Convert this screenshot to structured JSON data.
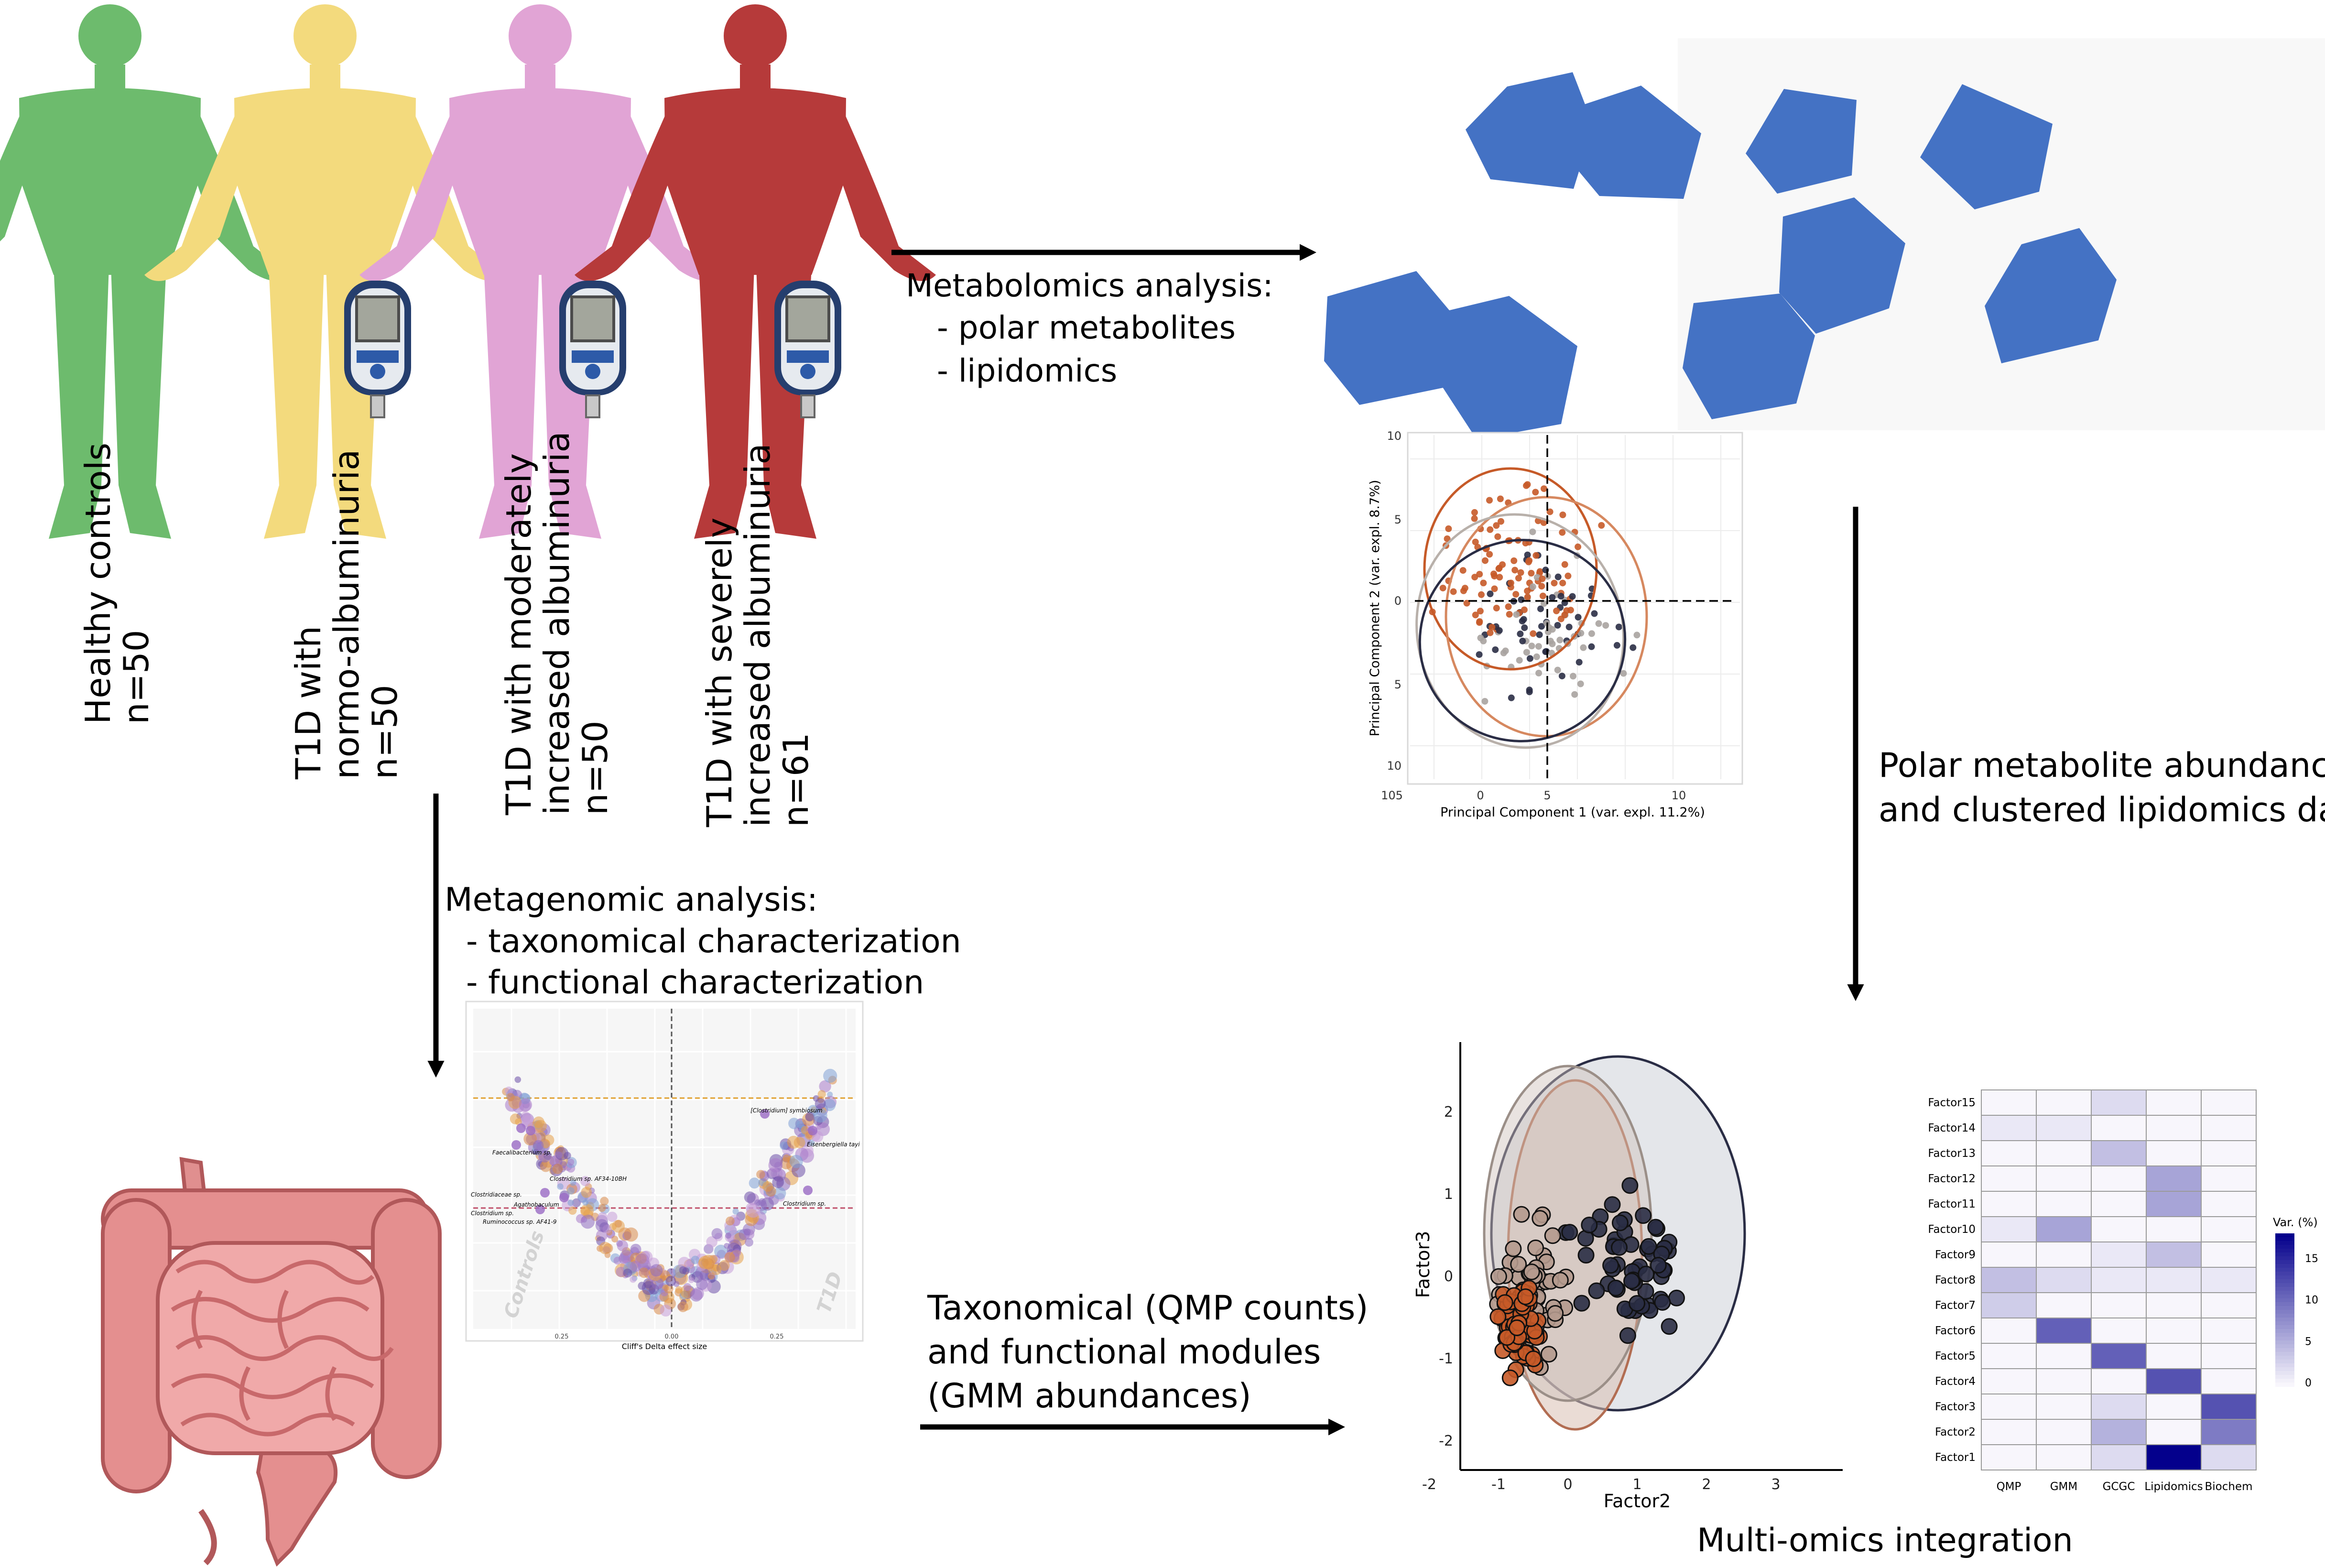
{
  "cohorts": [
    {
      "label": "Healthy controls",
      "n": "n=50",
      "color": "#6dbb6d"
    },
    {
      "label": "T1D with",
      "sub": "normo-albuminuria",
      "n": "n=50",
      "color": "#f3da7d"
    },
    {
      "label": "T1D with moderately",
      "sub": "increased albuminuria",
      "n": "n=50",
      "color": "#e1a4d5"
    },
    {
      "label": "T1D with severely",
      "sub": "increased albuminuria",
      "n": "n=61",
      "color": "#b63a3a"
    }
  ],
  "metabolomics": {
    "title": "Metabolomics analysis:",
    "items": [
      "- polar metabolites",
      "- lipidomics"
    ]
  },
  "metagenomics": {
    "title": "Metagenomic analysis:",
    "items": [
      "- taxonomical characterization",
      "- functional characterization"
    ]
  },
  "polar_label": [
    "Polar metabolite abundances",
    "and clustered lipidomics data"
  ],
  "taxo_label": [
    "Taxonomical (QMP counts)",
    "and functional modules",
    "(GMM abundances)"
  ],
  "integration_label": "Multi-omics integration",
  "colors": {
    "hexagon": "#4472c4",
    "orange": "#c65a28",
    "navy": "#2a2d45",
    "grey": "#a9a3a0",
    "purple": "#8e6cc0"
  },
  "chart_data": [
    {
      "type": "scatter",
      "name": "pca",
      "xlabel": "Principal Component 1 (var. expl. 11.2%)",
      "ylabel": "Principal Component 2 (var. expl. 8.7%)",
      "x_ticks": [
        "105",
        "0",
        "5",
        "10"
      ],
      "y_ticks": [
        "10",
        "5",
        "0",
        "5",
        "10"
      ]
    },
    {
      "type": "scatter",
      "name": "volcano",
      "xlabel": "Cliff's Delta effect size",
      "x_ticks": [
        "0.25",
        "0.00",
        "0.25"
      ],
      "group_left": "Controls",
      "group_right": "T1D",
      "annotations": [
        "Faecalibacterium sp.",
        "Clostridiaceae sp.",
        "Clostridium sp.",
        "Ruminococcus sp. AF41-9",
        "Clostridium sp. AF34-10BH",
        "Agathobaculum",
        "[Clostridium] symbiosum",
        "Eisenbergiella tayi",
        "Clostridium sp."
      ]
    },
    {
      "type": "scatter",
      "name": "factors",
      "xlabel": "Factor2",
      "ylabel": "Factor3",
      "x_ticks": [
        "-2",
        "-1",
        "0",
        "1",
        "2",
        "3"
      ],
      "y_ticks": [
        "2",
        "1",
        "0",
        "-1",
        "-2"
      ]
    },
    {
      "type": "heatmap",
      "name": "variance",
      "rows": [
        "Factor15",
        "Factor14",
        "Factor13",
        "Factor12",
        "Factor11",
        "Factor10",
        "Factor9",
        "Factor8",
        "Factor7",
        "Factor6",
        "Factor5",
        "Factor4",
        "Factor3",
        "Factor2",
        "Factor1"
      ],
      "columns": [
        "QMP",
        "GMM",
        "GCGC",
        "Lipidomics",
        "Biochem"
      ],
      "values": [
        [
          0,
          0,
          2,
          0,
          0
        ],
        [
          1,
          1,
          0,
          0,
          0
        ],
        [
          0,
          0,
          4,
          0,
          0
        ],
        [
          0,
          0,
          0,
          6,
          0
        ],
        [
          0,
          0,
          0,
          6,
          0
        ],
        [
          1,
          6,
          0,
          0,
          0
        ],
        [
          0,
          0,
          1,
          4,
          0
        ],
        [
          4,
          2,
          1,
          1,
          1
        ],
        [
          3,
          0,
          0,
          0,
          0
        ],
        [
          0,
          11,
          0,
          0,
          0
        ],
        [
          0,
          0,
          11,
          0,
          0
        ],
        [
          0,
          0,
          0,
          12,
          0
        ],
        [
          0,
          0,
          2,
          0,
          12
        ],
        [
          0,
          0,
          5,
          0,
          9
        ],
        [
          0,
          0,
          2,
          18,
          2
        ]
      ],
      "legend_title": "Var. (%)",
      "legend_ticks": [
        "15",
        "10",
        "5",
        "0"
      ],
      "vmax": 18
    }
  ]
}
